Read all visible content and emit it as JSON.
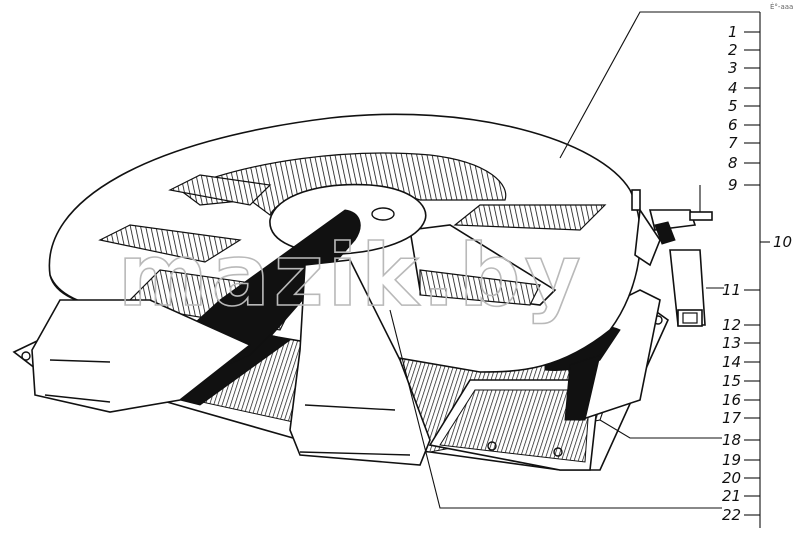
{
  "diagram": {
    "corner_mark": "Ѐ°-ааа",
    "watermark": "mazik.by",
    "callouts": [
      {
        "id": "1",
        "label": "1"
      },
      {
        "id": "2",
        "label": "2"
      },
      {
        "id": "3",
        "label": "3"
      },
      {
        "id": "4",
        "label": "4"
      },
      {
        "id": "5",
        "label": "5"
      },
      {
        "id": "6",
        "label": "6"
      },
      {
        "id": "7",
        "label": "7"
      },
      {
        "id": "8",
        "label": "8"
      },
      {
        "id": "9",
        "label": "9"
      },
      {
        "id": "10",
        "label": "10"
      },
      {
        "id": "11",
        "label": "11"
      },
      {
        "id": "12",
        "label": "12"
      },
      {
        "id": "13",
        "label": "13"
      },
      {
        "id": "14",
        "label": "14"
      },
      {
        "id": "15",
        "label": "15"
      },
      {
        "id": "16",
        "label": "16"
      },
      {
        "id": "17",
        "label": "17"
      },
      {
        "id": "18",
        "label": "18"
      },
      {
        "id": "19",
        "label": "19"
      },
      {
        "id": "20",
        "label": "20"
      },
      {
        "id": "21",
        "label": "21"
      },
      {
        "id": "22",
        "label": "22"
      }
    ]
  }
}
